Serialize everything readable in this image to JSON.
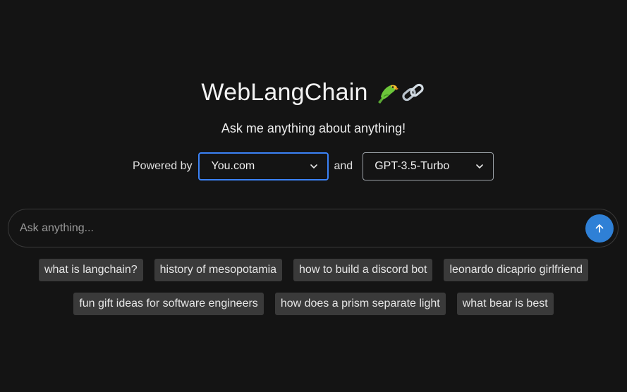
{
  "header": {
    "title": "WebLangChain",
    "subtitle": "Ask me anything about anything!"
  },
  "config": {
    "powered_by_label": "Powered by",
    "and_label": "and",
    "source_select": {
      "value": "You.com"
    },
    "model_select": {
      "value": "GPT-3.5-Turbo"
    }
  },
  "search": {
    "placeholder": "Ask anything..."
  },
  "suggestions": {
    "row1": [
      "what is langchain?",
      "history of mesopotamia",
      "how to build a discord bot",
      "leonardo dicaprio girlfriend"
    ],
    "row2": [
      "fun gift ideas for software engineers",
      "how does a prism separate light",
      "what bear is best"
    ]
  },
  "colors": {
    "background": "#141414",
    "accent": "#2f80d6",
    "chip_bg": "#3a3a3a",
    "focus_border": "#3b82f6"
  },
  "icons": {
    "title_emoji_1": "parrot-icon",
    "title_emoji_2": "chain-link-icon",
    "select_chevron": "chevron-down-icon",
    "send": "arrow-up-icon"
  }
}
